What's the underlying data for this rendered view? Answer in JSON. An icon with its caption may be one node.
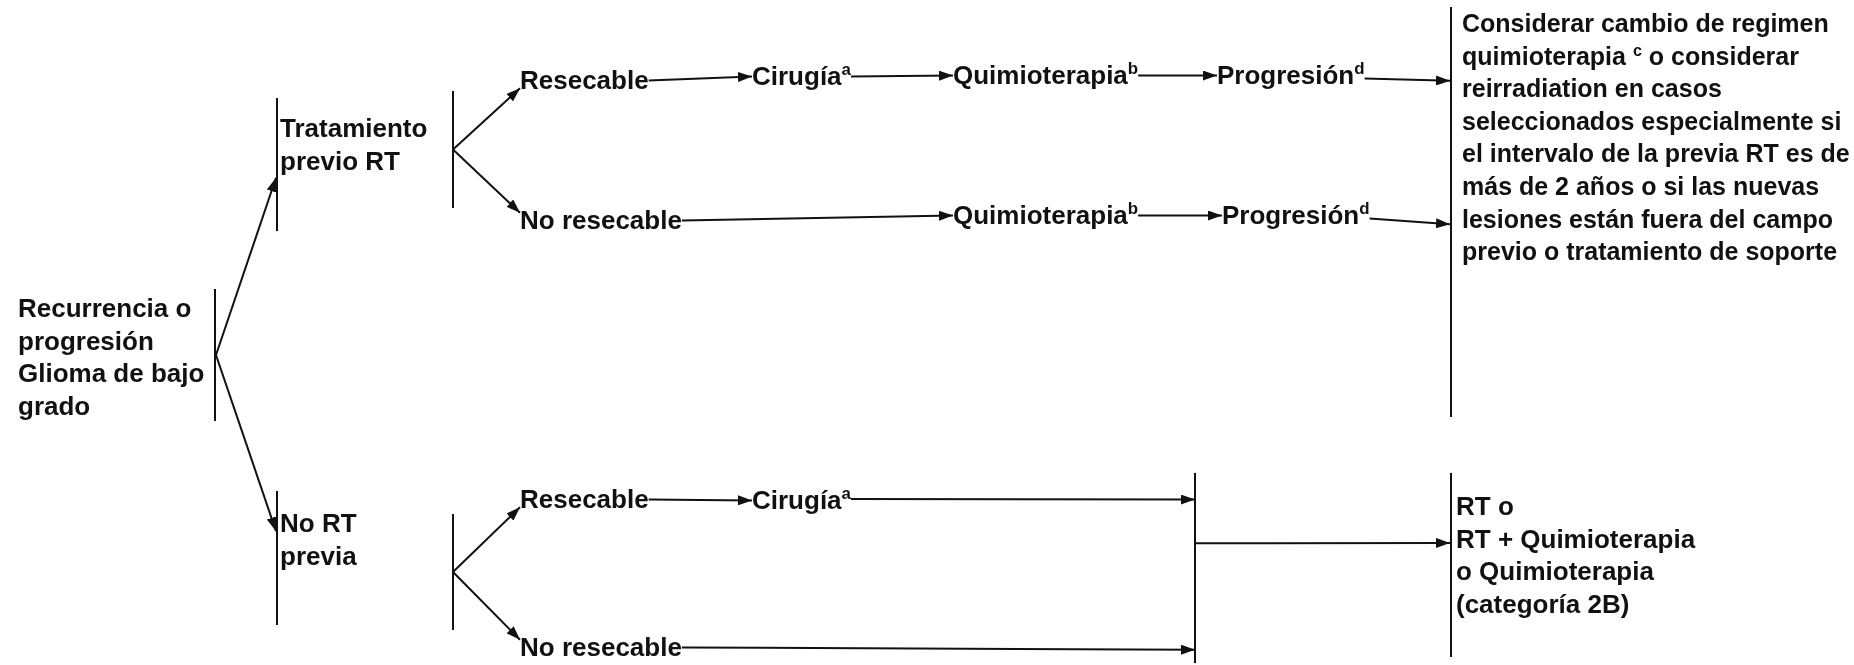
{
  "diagram": {
    "nodes": [
      {
        "text": [
          "Recurrencia o progresión Glioma de bajo grado"
        ]
      },
      {
        "text": [
          "Tratamiento previo RT"
        ]
      },
      {
        "text": [],
        "shape": "bar"
      },
      {
        "text": [
          "Resecable"
        ]
      },
      {
        "text": [
          "Cirugía$^{a}$"
        ]
      },
      {
        "text": [
          "Quimioterapia$^{b}$"
        ]
      },
      {
        "text": [
          "Progresión$^{d}$"
        ]
      },
      {
        "text": [
          "No resecable"
        ]
      },
      {
        "text": [
          "Quimioterapia$^{b}$"
        ]
      },
      {
        "text": [
          "Progresión$^{d}$"
        ]
      },
      {
        "text": [
          "Considerar cambio de regimen quimioterapia $^{c}$ o considerar reirradiation en casos seleccionados especialmente si el intervalo de la previa RT es de más de 2 años o si las nuevas lesiones están fuera del campo previo o tratamiento de soporte"
        ]
      },
      {
        "text": [
          "No RT previa"
        ]
      },
      {
        "text": [],
        "shape": "bar"
      },
      {
        "text": [
          "Resecable"
        ]
      },
      {
        "text": [
          "Cirugía$^{a}$"
        ]
      },
      {
        "text": [
          "No resecable"
        ]
      },
      {
        "text": [],
        "shape": "bar"
      },
      {
        "text": [
          "RT o",
          "RT + Quimioterapia",
          "o Quimioterapia",
          "(categoría 2B)"
        ]
      }
    ],
    "edges": [
      {
        "from": 0,
        "to": 1,
        "arrow": "to"
      },
      {
        "from": 0,
        "to": 11,
        "arrow": "to"
      },
      {
        "from": 2,
        "to": 3,
        "arrow": "to"
      },
      {
        "from": 2,
        "to": 7,
        "arrow": "to"
      },
      {
        "from": 3,
        "to": 4,
        "arrow": "to"
      },
      {
        "from": 4,
        "to": 5,
        "arrow": "to"
      },
      {
        "from": 5,
        "to": 6,
        "arrow": "to"
      },
      {
        "from": 6,
        "to": 10,
        "arrow": "to"
      },
      {
        "from": 7,
        "to": 8,
        "arrow": "to"
      },
      {
        "from": 8,
        "to": 9,
        "arrow": "to"
      },
      {
        "from": 9,
        "to": 10,
        "arrow": "to"
      },
      {
        "from": 12,
        "to": 13,
        "arrow": "to"
      },
      {
        "from": 12,
        "to": 15,
        "arrow": "to"
      },
      {
        "from": 13,
        "to": 14,
        "arrow": "to"
      },
      {
        "from": 14,
        "to": 16,
        "arrow": "to"
      },
      {
        "from": 15,
        "to": 16,
        "arrow": "to"
      },
      {
        "from": 16,
        "to": 17,
        "arrow": "to"
      }
    ]
  }
}
